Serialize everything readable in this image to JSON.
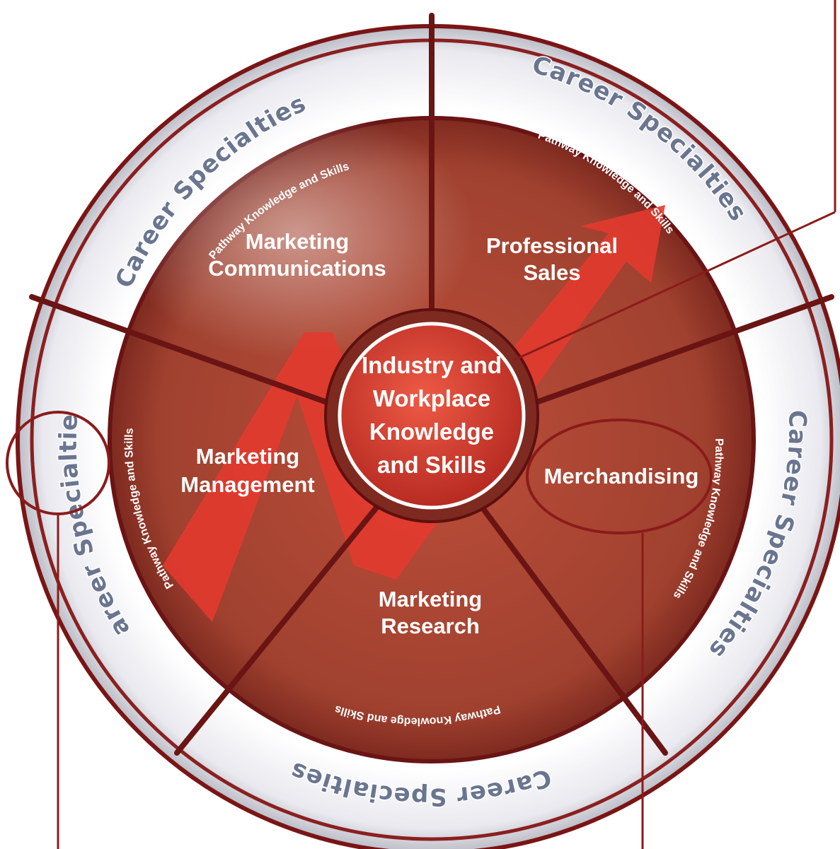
{
  "center": {
    "lines": [
      "Industry and",
      "Workplace",
      "Knowledge",
      "and Skills"
    ]
  },
  "pathways": {
    "communications": [
      "Marketing",
      "Communications"
    ],
    "sales": [
      "Professional",
      "Sales"
    ],
    "merchandising": [
      "Merchandising"
    ],
    "research": [
      "Marketing",
      "Research"
    ],
    "management": [
      "Marketing",
      "Management"
    ]
  },
  "ring_labels": {
    "pathway_knowledge": "Pathway Knowledge and Skills",
    "career_specialties": "Career Specialties"
  },
  "colors": {
    "wheel_fill": "#a2402e",
    "divider": "#6a1414",
    "arrow": "#e62e2e",
    "highlight": "#8b1b1b"
  }
}
